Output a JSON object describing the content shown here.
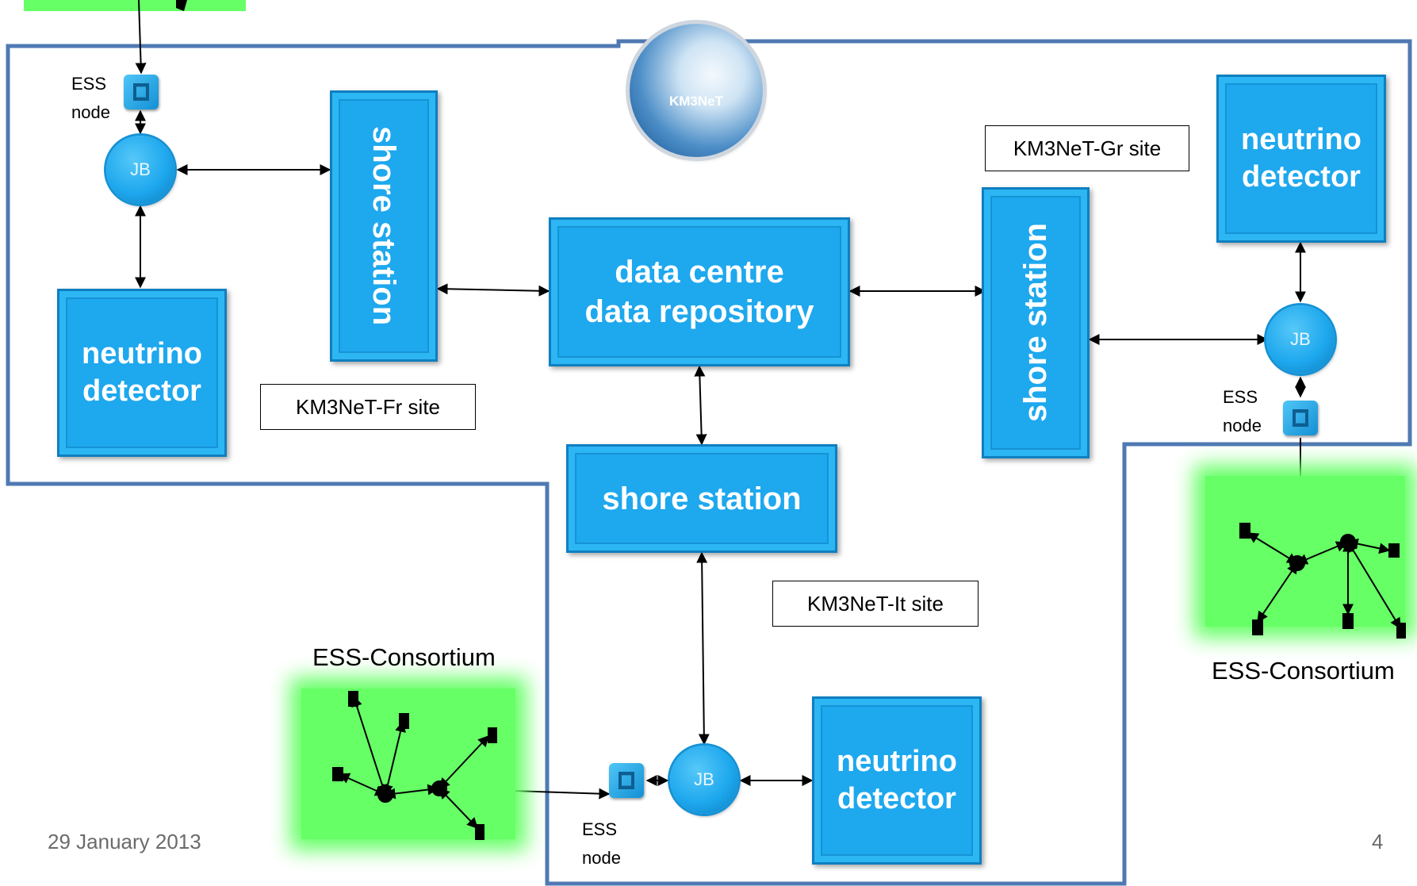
{
  "logo": {
    "text": "KM3NeT"
  },
  "boxes": {
    "shore_station_fr": "shore station",
    "data_centre": "data centre\ndata repository",
    "shore_station_gr": "shore station",
    "shore_station_it": "shore station",
    "neutrino_detector_fr": "neutrino\ndetector",
    "neutrino_detector_gr": "neutrino\ndetector",
    "neutrino_detector_it": "neutrino\ndetector"
  },
  "jb_label": "JB",
  "ess_node": {
    "line1": "ESS",
    "line2": "node"
  },
  "sites": {
    "fr": "KM3NeT-Fr site",
    "gr": "KM3NeT-Gr site",
    "it": "KM3NeT-It site"
  },
  "consortium_label": "ESS-Consortium",
  "footer": {
    "date": "29 January 2013",
    "page": "4"
  },
  "colors": {
    "box_fill": "#1ea8ee",
    "region_border": "#4f79b3",
    "consortium_green": "#66ff66"
  }
}
